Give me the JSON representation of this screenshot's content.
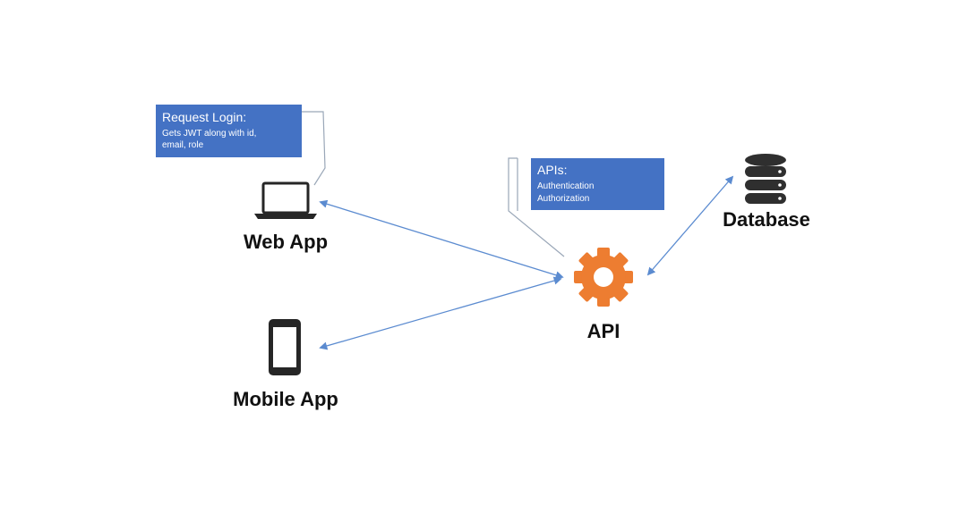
{
  "nodes": {
    "web_app": {
      "label": "Web App",
      "icon": "laptop-icon"
    },
    "mobile_app": {
      "label": "Mobile App",
      "icon": "smartphone-icon"
    },
    "api": {
      "label": "API",
      "icon": "gear-icon"
    },
    "database": {
      "label": "Database",
      "icon": "database-icon"
    }
  },
  "callouts": {
    "login": {
      "title": "Request Login:",
      "lines": [
        "Gets JWT along with id,",
        "email, role"
      ]
    },
    "apis": {
      "title": "APIs:",
      "lines": [
        "Authentication",
        "Authorization"
      ]
    }
  },
  "colors": {
    "callout_fill": "#4472c4",
    "connector": "#5b8bd0",
    "gear": "#ed7d31",
    "icon_dark": "#262626",
    "database_icon": "#2f2f2f"
  }
}
